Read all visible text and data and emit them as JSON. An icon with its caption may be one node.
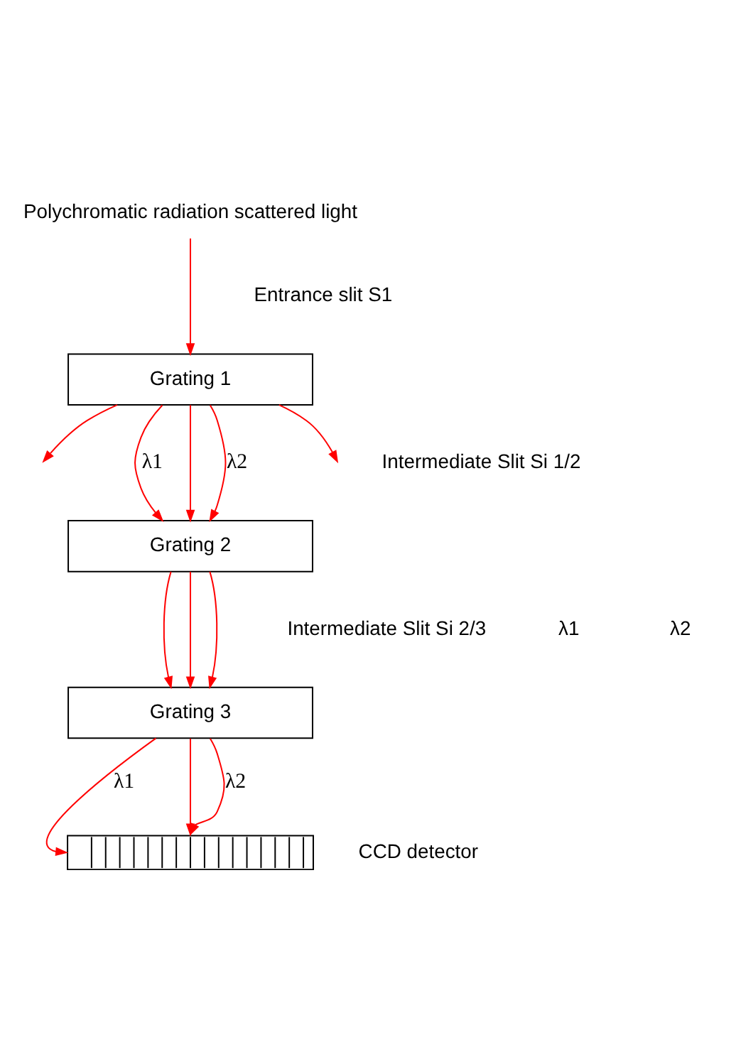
{
  "diagram": {
    "nodes": [
      {
        "text": [
          "Polychromatic radiation scattered light"
        ]
      },
      {
        "text": [
          "Grating 1"
        ]
      },
      {
        "text": [
          "Grating 2"
        ]
      },
      {
        "text": [
          "Grating 3"
        ]
      },
      {
        "text": [],
        "shape": "box",
        "beside": [
          "CCD detector"
        ]
      }
    ],
    "edges": [
      {
        "from": 0,
        "to": 1,
        "arrow": "to"
      },
      {
        "from": 1,
        "to": null,
        "arrow": "to"
      },
      {
        "from": 1,
        "to": 2,
        "arrow": "to",
        "label": "λ1"
      },
      {
        "from": 1,
        "to": 2,
        "arrow": "to"
      },
      {
        "from": 1,
        "to": 2,
        "arrow": "to",
        "label": "λ2"
      },
      {
        "from": 1,
        "to": null,
        "arrow": "to"
      },
      {
        "from": 2,
        "to": 3,
        "arrow": "to"
      },
      {
        "from": 2,
        "to": 3,
        "arrow": "to"
      },
      {
        "from": 2,
        "to": 3,
        "arrow": "to"
      },
      {
        "from": 3,
        "to": 4,
        "arrow": "to",
        "label": "λ1"
      },
      {
        "from": 3,
        "to": 4,
        "arrow": "to"
      },
      {
        "from": 3,
        "to": 4,
        "arrow": "to",
        "label": "λ2"
      }
    ],
    "labels": [
      "Entrance slit S1",
      "Intermediate Slit Si 1/2",
      "Intermediate Slit Si 2/3",
      "λ1",
      "λ2"
    ]
  }
}
